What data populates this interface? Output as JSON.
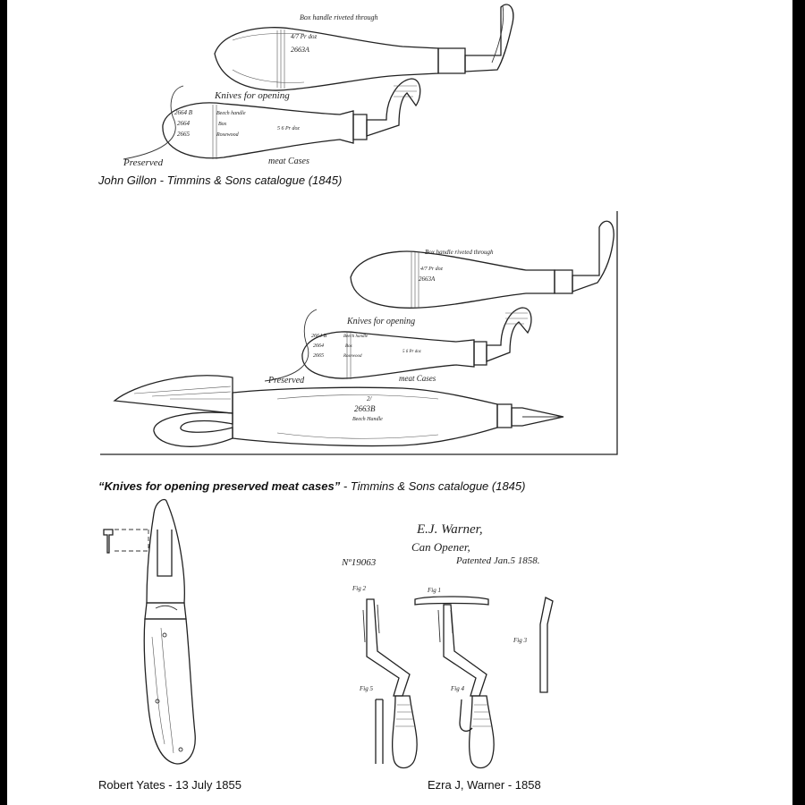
{
  "captions": {
    "fig1": "John Gillon - Timmins & Sons catalogue (1845)",
    "fig2_bold": "“Knives for opening preserved meat cases”",
    "fig2_rest": " - Timmins & Sons catalogue (1845)",
    "fig3": "Robert Yates - 13 July 1855",
    "fig4": "Ezra J, Warner - 1858"
  },
  "engraving_text": {
    "box_handle": "Box handle riveted through",
    "price_a": "4/7 Pr doz",
    "num_a": "2663A",
    "knives_for_opening": "Knives for opening",
    "num_2664b": "2664 B",
    "beech_handle": "Beech handle",
    "num_2664": "2664",
    "box": "Box",
    "num_2665": "2665",
    "rosewood": "Rosewood",
    "price_b": "5 6 Pr doz",
    "preserved": "Preserved",
    "meat_cases": "meat Cases",
    "price_c": "2/",
    "num_2663b": "2663B",
    "beech_handle_b": "Beech Handle"
  },
  "patent_text": {
    "name": "E.J. Warner,",
    "title": "Can Opener,",
    "number": "Nº19063",
    "patented": "Patented Jan.5 1858.",
    "fig1": "Fig 1",
    "fig2": "Fig 2",
    "fig3": "Fig 3",
    "fig4": "Fig 4",
    "fig5": "Fig 5"
  }
}
